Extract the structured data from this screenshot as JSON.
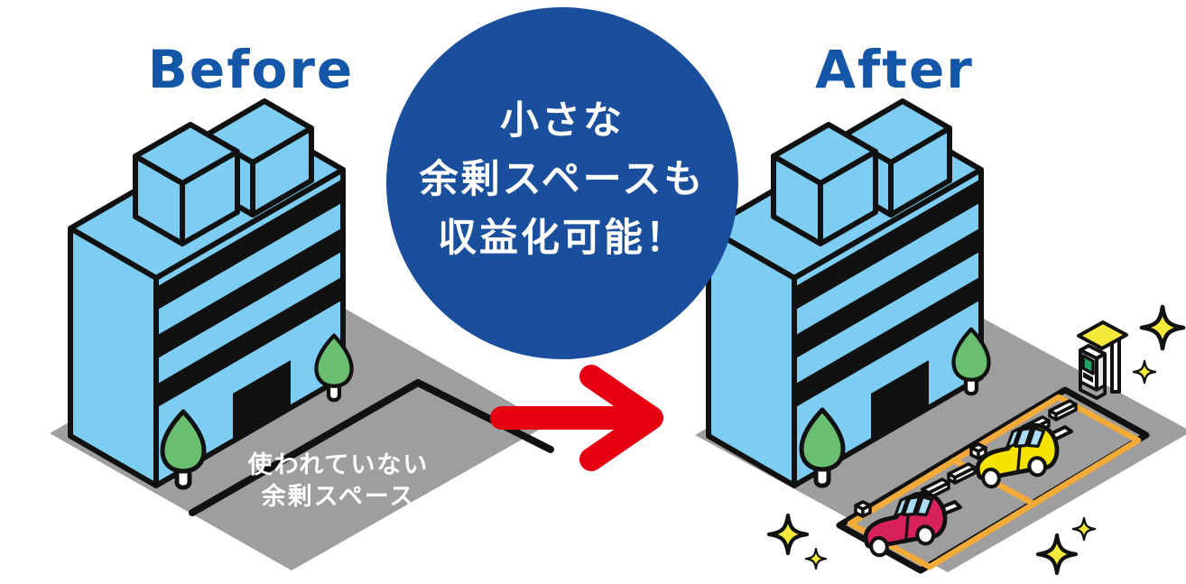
{
  "before_scene": {
    "title": "Before",
    "caption_lines": [
      "使われていない",
      "余剰スペース"
    ]
  },
  "after_scene": {
    "title": "After"
  },
  "callout": {
    "lines": [
      "小さな",
      "余剰スペースも",
      "収益化可能！"
    ],
    "background_color": "#1a4f9e",
    "text_color": "#ffffff"
  },
  "arrow": {
    "direction": "right",
    "color": "#e60012"
  },
  "colors": {
    "title_text": "#1457a8",
    "outline": "#111111",
    "building": "#7dcdf2",
    "ground": "#9e9e9f",
    "tree_green": "#6abe6f",
    "tree_trunk": "#ffffff",
    "parking_lines": "#f2ab38",
    "car_red": "#d6215a",
    "car_yellow": "#f6e400",
    "car_window": "#abdcf4",
    "sparkle_yellow": "#f2e93a",
    "kiosk_screen_green": "#23a164"
  },
  "icons": {
    "arrow": "arrow-right-icon",
    "sparkle": "sparkle-icon",
    "tree": "tree-icon",
    "building": "office-building",
    "car": "car-icon",
    "kiosk": "payment-kiosk-icon"
  }
}
